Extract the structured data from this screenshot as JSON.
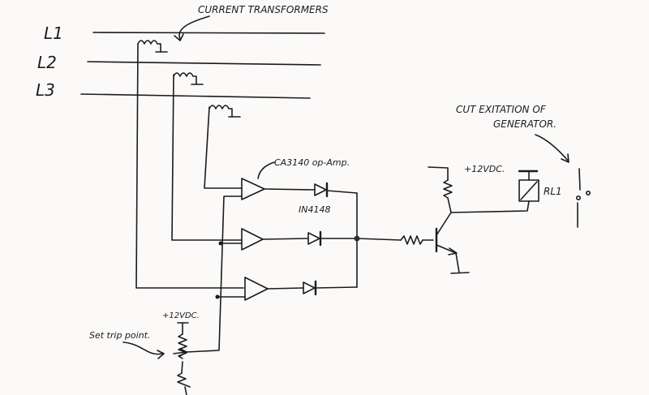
{
  "lines": [
    {
      "label": "L1"
    },
    {
      "label": "L2"
    },
    {
      "label": "L3"
    }
  ],
  "labels": {
    "current_transformers": "CURRENT TRANSFORMERS",
    "op_amp": "CA3140 op-Amp.",
    "diode": "IN4148",
    "supply_transistor": "+12VDC.",
    "supply_trip": "+12VDC.",
    "relay": "RL1",
    "cut_excitation_1": "CUT EXITATION OF",
    "cut_excitation_2": "GENERATOR.",
    "set_trip_point": "Set trip point."
  },
  "colors": {
    "ink": "#1b1b1f",
    "paper": "#fbfaf8"
  }
}
